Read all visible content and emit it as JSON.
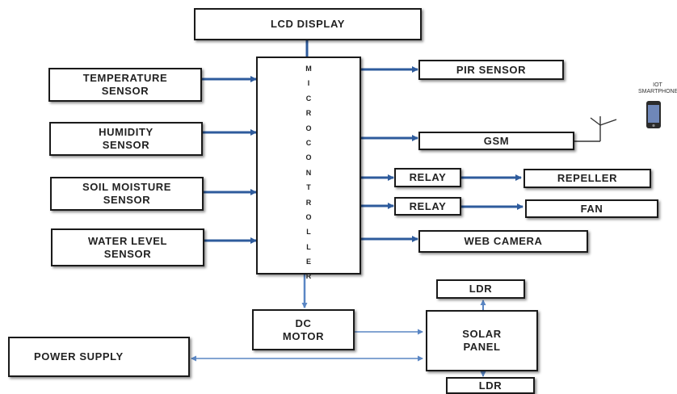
{
  "blocks": {
    "lcd": "LCD DISPLAY",
    "temperature": "TEMPERATURE\nSENSOR",
    "humidity": "HUMIDITY\nSENSOR",
    "soil_moisture": "SOIL MOISTURE\nSENSOR",
    "water_level": "WATER LEVEL\nSENSOR",
    "microcontroller": "MICROCONTROLLER",
    "pir": "PIR SENSOR",
    "gsm": "GSM",
    "relay_1": "RELAY",
    "relay_2": "RELAY",
    "repeller": "REPELLER",
    "fan": "FAN",
    "web_camera": "WEB CAMERA",
    "dc_motor": "DC\nMOTOR",
    "solar_panel": "SOLAR\nPANEL",
    "ldr_top": "LDR",
    "ldr_bottom": "LDR",
    "power_supply": "POWER SUPPLY"
  },
  "iot_smartphone_label": "IOT\nSMARTPHONE",
  "colors": {
    "arrow": "#2e5b9c",
    "arrow_light": "#5a86c4",
    "box_border": "#1a1a1a"
  }
}
